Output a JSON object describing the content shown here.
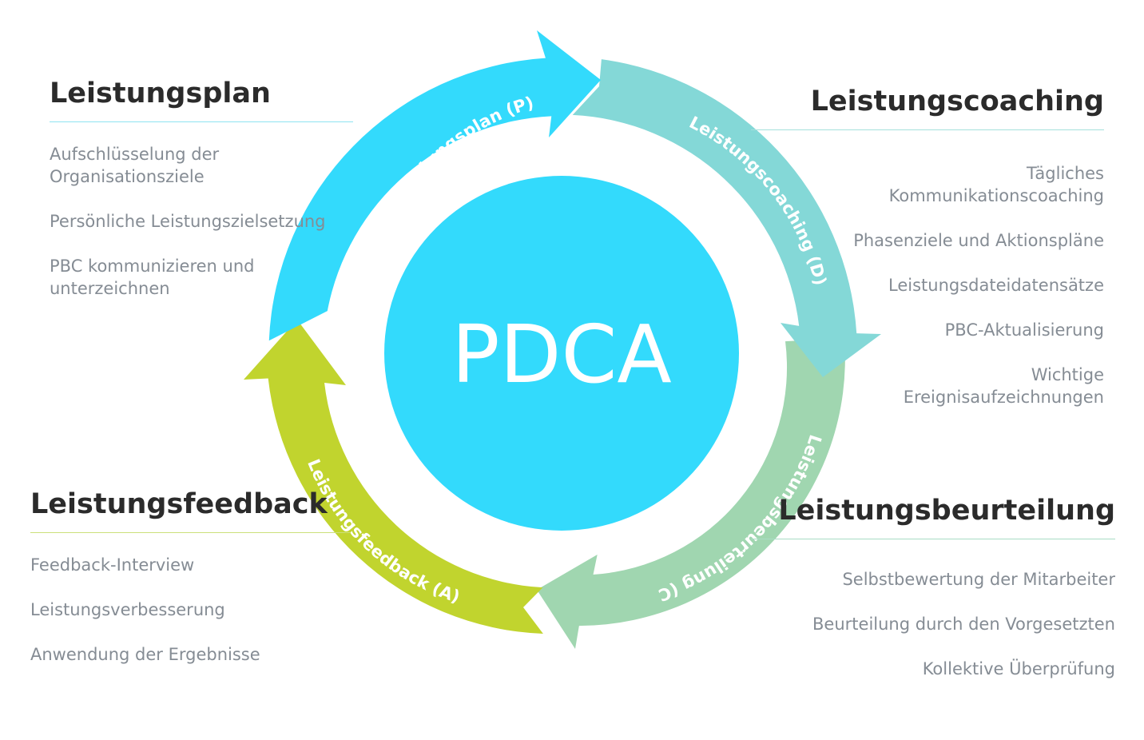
{
  "center_label": "PDCA",
  "colors": {
    "plan": "#33DAFC",
    "coaching": "#84D8D7",
    "beurteilung": "#A0D6B0",
    "feedback": "#C1D42E",
    "center": "#33DAFC"
  },
  "arcs": {
    "plan": "Leistungsplan (P)",
    "coaching": "Leistungscoaching (D)",
    "beurteilung": "Leistungsbeurteilung (C)",
    "feedback": "Leistungsfeedback (A)"
  },
  "panels": {
    "plan": {
      "title": "Leistungsplan",
      "items": [
        "Aufschlüsselung der Organisationsziele",
        "Persönliche Leistungszielsetzung",
        "PBC kommunizieren und unterzeichnen"
      ]
    },
    "coaching": {
      "title": "Leistungscoaching",
      "items": [
        "Tägliches Kommunikationscoaching",
        "Phasenziele und Aktionspläne",
        "Leistungsdateidatensätze",
        "PBC-Aktualisierung",
        "Wichtige Ereignisaufzeichnungen"
      ]
    },
    "feedback": {
      "title": "Leistungsfeedback",
      "items": [
        "Feedback-Interview",
        "Leistungsverbesserung",
        "Anwendung der Ergebnisse"
      ]
    },
    "beurteilung": {
      "title": "Leistungsbeurteilung",
      "items": [
        "Selbstbewertung der Mitarbeiter",
        "Beurteilung durch den Vorgesetzten",
        "Kollektive Überprüfung"
      ]
    }
  }
}
